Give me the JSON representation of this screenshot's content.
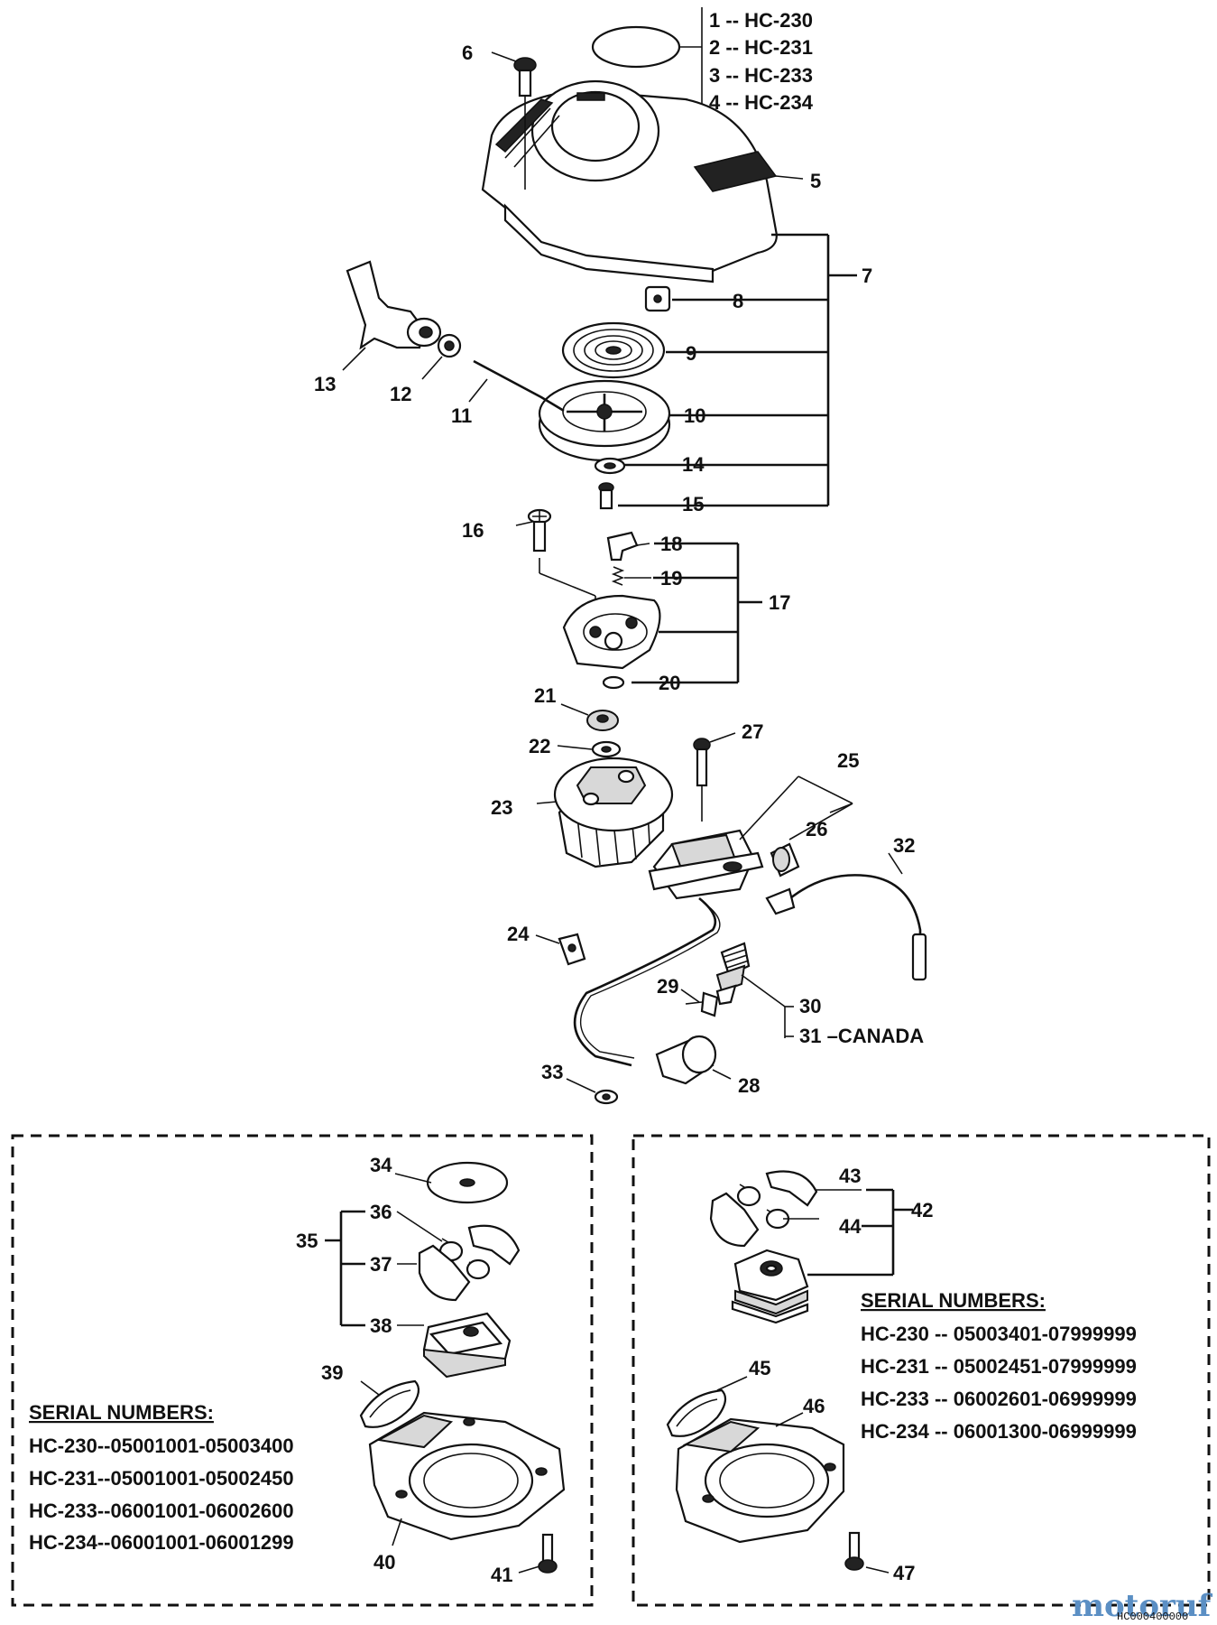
{
  "legend": [
    {
      "num": "1",
      "model": "HC-230"
    },
    {
      "num": "2",
      "model": "HC-231"
    },
    {
      "num": "3",
      "model": "HC-233"
    },
    {
      "num": "4",
      "model": "HC-234"
    }
  ],
  "part_numbers": [
    "5",
    "6",
    "7",
    "8",
    "9",
    "10",
    "11",
    "12",
    "13",
    "14",
    "15",
    "16",
    "17",
    "18",
    "19",
    "20",
    "21",
    "22",
    "23",
    "24",
    "25",
    "26",
    "27",
    "28",
    "29",
    "30",
    "31",
    "32",
    "33",
    "34",
    "35",
    "36",
    "37",
    "38",
    "39",
    "40",
    "41",
    "42",
    "43",
    "44",
    "45",
    "46",
    "47"
  ],
  "label_31_suffix": "CANADA",
  "legend_separator": "--",
  "label_31_separator": "–",
  "left_box": {
    "heading": "SERIAL NUMBERS:",
    "rows": [
      {
        "model": "HC-230",
        "sep": "--",
        "range": "05001001-05003400"
      },
      {
        "model": "HC-231",
        "sep": "--",
        "range": "05001001-05002450"
      },
      {
        "model": "HC-233",
        "sep": "--",
        "range": "06001001-06002600"
      },
      {
        "model": "HC-234",
        "sep": "--",
        "range": "06001001-06001299"
      }
    ]
  },
  "right_box": {
    "heading": "SERIAL NUMBERS:",
    "rows": [
      {
        "model": "HC-230",
        "sep": "--",
        "range": "05003401-07999999"
      },
      {
        "model": "HC-231",
        "sep": "--",
        "range": "05002451-07999999"
      },
      {
        "model": "HC-233",
        "sep": "--",
        "range": "06002601-06999999"
      },
      {
        "model": "HC-234",
        "sep": "--",
        "range": "06001300-06999999"
      }
    ]
  },
  "watermark": "motoruf",
  "drawing_code": "HC000400000"
}
